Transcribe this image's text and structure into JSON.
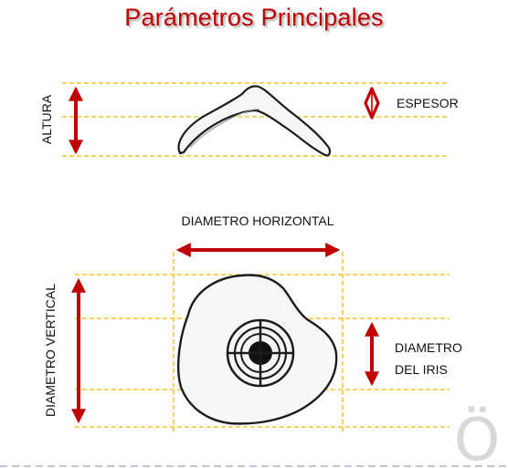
{
  "title": "Parámetros Principales",
  "labels": {
    "altura": "ALTURA",
    "espesor": "ESPESOR",
    "diametro_horizontal": "DIAMETRO HORIZONTAL",
    "diametro_vertical": "DIAMETRO VERTICAL",
    "diametro_iris_line1": "DIAMETRO",
    "diametro_iris_line2": "DEL IRIS"
  },
  "watermark": "Ö",
  "colors": {
    "title": "#c00000",
    "arrow": "#c00000",
    "guide_line": "#f0b800",
    "bottom_dash": "#a8b2c0"
  }
}
